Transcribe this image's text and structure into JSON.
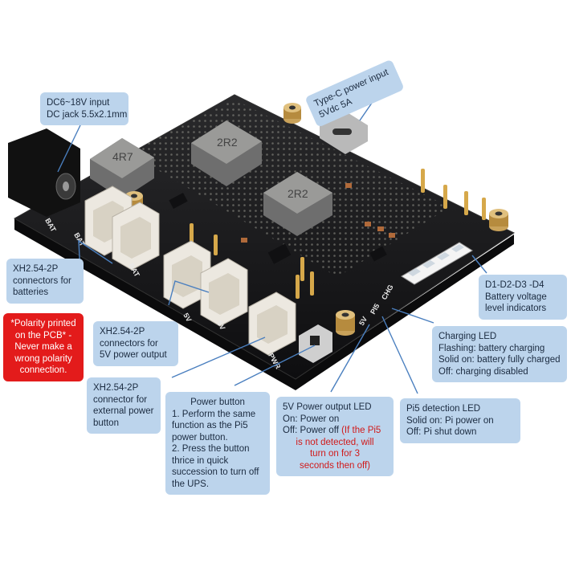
{
  "callouts": {
    "dc_input": {
      "lines": [
        "DC6~18V input",
        "DC jack 5.5x2.1mm"
      ]
    },
    "typec": {
      "lines": [
        "Type-C power input",
        "5Vdc 5A"
      ]
    },
    "xh_batteries": {
      "lines": [
        "XH2.54-2P",
        "connectors for",
        "batteries"
      ]
    },
    "polarity": {
      "lines": [
        "*Polarity printed",
        "on the PCB* -",
        "Never make a",
        "wrong polarity",
        "connection."
      ]
    },
    "xh_5v": {
      "lines": [
        "XH2.54-2P",
        "connectors for",
        "5V power output"
      ]
    },
    "xh_button": {
      "lines": [
        "XH2.54-2P",
        "connector for",
        "external power",
        "button"
      ]
    },
    "power_button": {
      "title": "Power button",
      "lines": [
        "1. Perform the same",
        "function as the Pi5",
        "power button.",
        "2. Press the button",
        "thrice in quick",
        "succession to turn off",
        "the UPS."
      ]
    },
    "led_5v": {
      "lines": [
        "5V Power output LED",
        "On: Power on"
      ],
      "off_prefix": "Off: Power off ",
      "off_red": "(If the Pi5",
      "red_lines": [
        "is not detected, will",
        "turn on for 3",
        "seconds then off)"
      ]
    },
    "pi5_led": {
      "lines": [
        "Pi5 detection LED",
        "Solid on: Pi power on",
        "Off: Pi shut down"
      ]
    },
    "charging_led": {
      "lines": [
        "Charging LED",
        "Flashing: battery charging",
        "Solid on: battery fully charged",
        "Off: charging disabled"
      ]
    },
    "battery_level": {
      "lines": [
        "D1-D2-D3 -D4",
        "Battery voltage",
        "level indicators"
      ]
    }
  },
  "board": {
    "inductor_labels": [
      "4R7",
      "2R2",
      "2R2"
    ],
    "silk_labels": [
      "BAT",
      "BAT",
      "5V",
      "5V",
      "PWR",
      "CHG",
      "PI5",
      "5V",
      "BAT"
    ]
  },
  "colors": {
    "callout_fill": "#bcd4ec",
    "warning_fill": "#e31b1b",
    "pcb": "#1c1c1e",
    "leader": "#4a7fbf"
  }
}
